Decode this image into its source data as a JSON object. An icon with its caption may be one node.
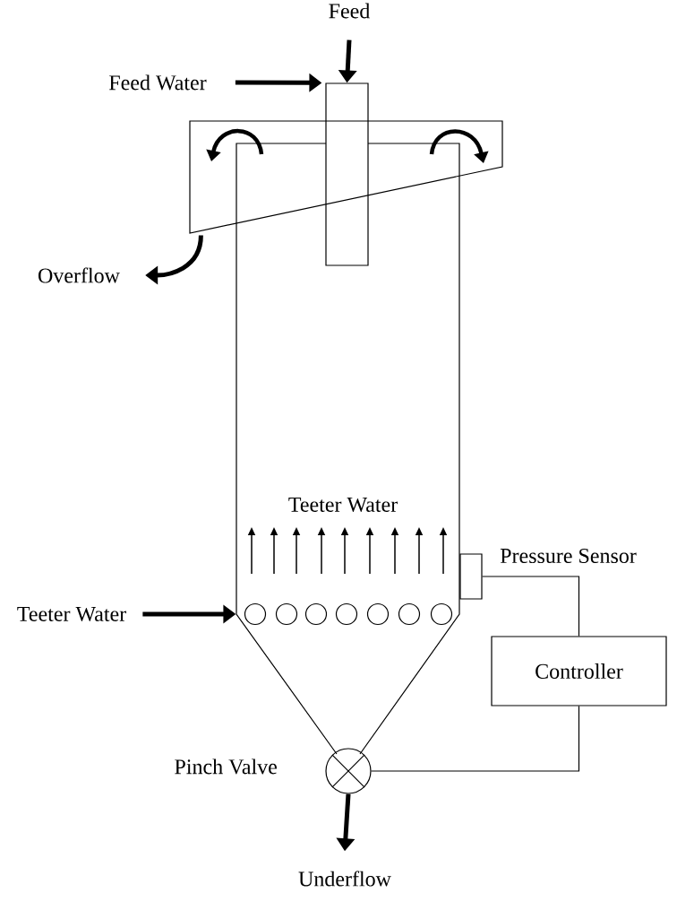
{
  "diagram": {
    "nodes": [
      {
        "text": [
          "Feed"
        ]
      },
      {
        "text": [
          "Feed Water"
        ]
      },
      {
        "text": [],
        "shape": "box"
      },
      {
        "text": [],
        "shape": "trough"
      },
      {
        "text": [
          "Overflow"
        ]
      },
      {
        "text": [],
        "shape": "vessel"
      },
      {
        "text": [
          "Teeter Water"
        ]
      },
      {
        "text": [
          "Pressure Sensor"
        ]
      },
      {
        "text": [
          "Controller"
        ]
      },
      {
        "text": [
          "Pinch Valve"
        ]
      },
      {
        "text": [
          "Underflow"
        ]
      }
    ],
    "edges": [
      {
        "from": 0,
        "to": 2,
        "arrow": "to"
      },
      {
        "from": 1,
        "to": 2,
        "arrow": "to"
      },
      {
        "from": 3,
        "to": 4,
        "arrow": "to"
      },
      {
        "from": 6,
        "to": 5,
        "arrow": "to"
      },
      {
        "from": 7,
        "to": 8,
        "arrow": "none"
      },
      {
        "from": 8,
        "to": 9,
        "arrow": "none"
      },
      {
        "from": 9,
        "to": 10,
        "arrow": "to"
      }
    ],
    "labels": [
      "Teeter Water"
    ]
  }
}
